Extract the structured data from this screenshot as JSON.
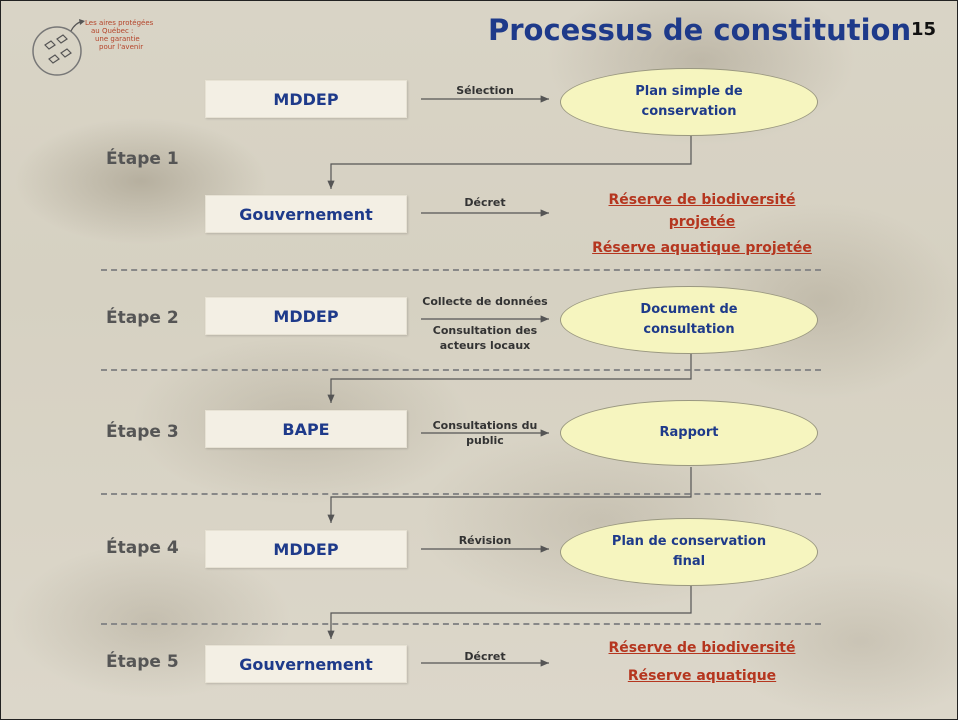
{
  "title": "Processus de constitution",
  "page_number": "15",
  "logo": {
    "line1": "Les aires protégées",
    "line2": "au Québec :",
    "line3": "une garantie",
    "line4": "pour l'avenir"
  },
  "stages": [
    {
      "label": "Étape 1",
      "actor": "MDDEP",
      "action": "Sélection",
      "result": "Plan simple de conservation"
    },
    {
      "actor": "Gouvernement",
      "action": "Décret",
      "outcome1": "Réserve de biodiversité projetée",
      "outcome2": "Réserve aquatique projetée"
    },
    {
      "label": "Étape 2",
      "actor": "MDDEP",
      "action": "Collecte de données",
      "action2": "Consultation des acteurs locaux",
      "result": "Document de consultation"
    },
    {
      "label": "Étape 3",
      "actor": "BAPE",
      "action": "Consultations du public",
      "result": "Rapport"
    },
    {
      "label": "Étape 4",
      "actor": "MDDEP",
      "action": "Révision",
      "result": "Plan de conservation final"
    },
    {
      "label": "Étape 5",
      "actor": "Gouvernement",
      "action": "Décret",
      "outcome1": "Réserve de biodiversité",
      "outcome2": "Réserve aquatique"
    }
  ],
  "colors": {
    "title": "#1e3a8a",
    "box_text": "#1e3a8a",
    "ellipse_fill": "#f6f5bf",
    "outcome_text": "#b5361f",
    "stage_text": "#555555"
  }
}
